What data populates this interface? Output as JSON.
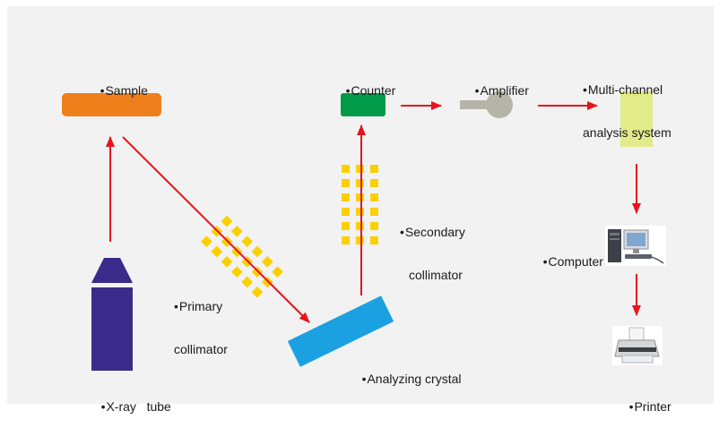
{
  "colors": {
    "panel_bg": "#f2f2f2",
    "arrow": "#e8141c",
    "sample": "#ef7f1a",
    "counter": "#019a48",
    "collimator": "#fbd000",
    "xray_tube": "#3a2b8a",
    "crystal": "#1ba1e2",
    "mca": "#e2eb8a",
    "amplifier": "#b4b4a8"
  },
  "labels": {
    "sample": "Sample",
    "counter": "Counter",
    "amplifier": "Amplifier",
    "mca_line1": "Multi-channel",
    "mca_line2": "analysis system",
    "secondary_line1": "Secondary",
    "secondary_line2": "collimator",
    "primary_line1": "Primary",
    "primary_line2": "collimator",
    "computer": "Computer",
    "analyzing_crystal": "Analyzing crystal",
    "xray_tube": "X-ray   tube",
    "printer": "Printer"
  },
  "icons": {
    "computer": "desktop-computer-icon",
    "printer": "printer-icon"
  }
}
